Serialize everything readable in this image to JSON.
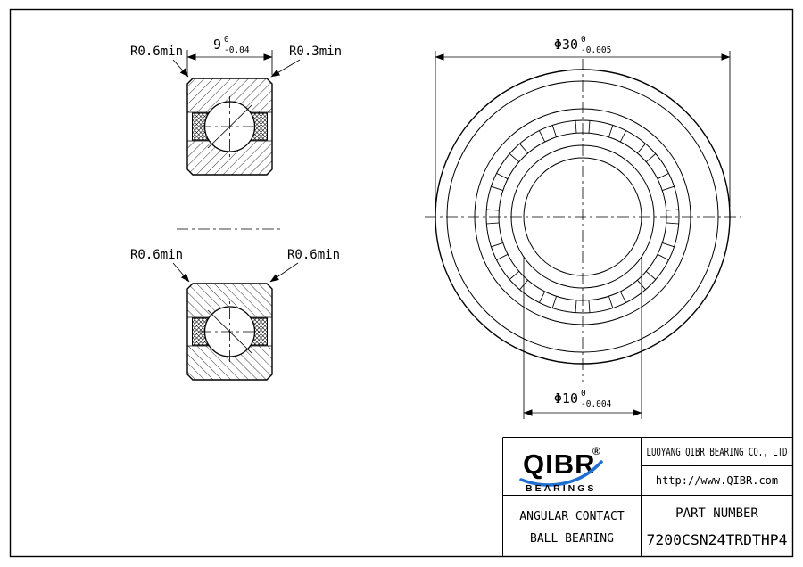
{
  "colors": {
    "line": "#000000",
    "background": "#ffffff",
    "logo_swoosh": "#1e6fd0",
    "logo_text": "#101010"
  },
  "section_view": {
    "leader_top_left": "R0.6min",
    "leader_top_right": "R0.3min",
    "leader_mid_left": "R0.6min",
    "leader_mid_right": "R0.6min",
    "dim_width_value": "9",
    "dim_width_tol_upper": "0",
    "dim_width_tol_lower": "-0.04"
  },
  "front_view": {
    "dim_outer_value": "Φ30",
    "dim_outer_tol_upper": "0",
    "dim_outer_tol_lower": "-0.005",
    "dim_bore_value": "Φ10",
    "dim_bore_tol_upper": "0",
    "dim_bore_tol_lower": "-0.004"
  },
  "title_block": {
    "logo_brand": "QIBR",
    "logo_registered": "®",
    "logo_tagline": "BEARINGS",
    "company": "LUOYANG QIBR BEARING CO., LTD",
    "website": "http://www.QIBR.com",
    "product_line1": "ANGULAR CONTACT",
    "product_line2": "BALL BEARING",
    "part_number_label": "PART NUMBER",
    "part_number": "7200CSN24TRDTHP4"
  }
}
